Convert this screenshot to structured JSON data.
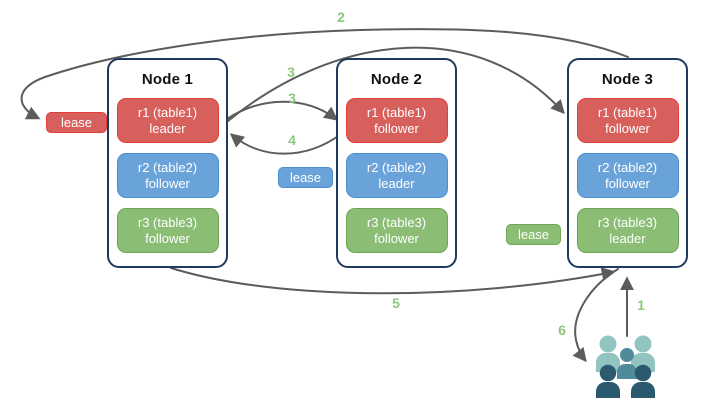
{
  "diagram": {
    "nodes": [
      {
        "title": "Node 1",
        "replicas": [
          {
            "label": "r1 (table1)",
            "role": "leader",
            "color": "red"
          },
          {
            "label": "r2 (table2)",
            "role": "follower",
            "color": "blue"
          },
          {
            "label": "r3 (table3)",
            "role": "follower",
            "color": "green"
          }
        ]
      },
      {
        "title": "Node 2",
        "replicas": [
          {
            "label": "r1 (table1)",
            "role": "follower",
            "color": "red"
          },
          {
            "label": "r2 (table2)",
            "role": "leader",
            "color": "blue"
          },
          {
            "label": "r3 (table3)",
            "role": "follower",
            "color": "green"
          }
        ]
      },
      {
        "title": "Node 3",
        "replicas": [
          {
            "label": "r1 (table1)",
            "role": "follower",
            "color": "red"
          },
          {
            "label": "r2 (table2)",
            "role": "follower",
            "color": "blue"
          },
          {
            "label": "r3 (table3)",
            "role": "leader",
            "color": "green"
          }
        ]
      }
    ],
    "leases": [
      {
        "label": "lease",
        "color": "red"
      },
      {
        "label": "lease",
        "color": "blue"
      },
      {
        "label": "lease",
        "color": "green"
      }
    ],
    "steps": {
      "n1": "1",
      "n2": "2",
      "n3a": "3",
      "n3b": "3",
      "n4": "4",
      "n5": "5",
      "n6": "6"
    },
    "icons": {
      "clients": "users-group-icon"
    },
    "colors": {
      "red_fill": "#d7605d",
      "red_border": "#e23f3a",
      "blue_fill": "#69a3da",
      "blue_border": "#4a90d0",
      "green_fill": "#8bbd75",
      "green_border": "#6fa553",
      "node_border": "#1e3a5f",
      "arrow": "#5c5c5c",
      "step_label": "#8dc77b",
      "users_light": "#92c5c2",
      "users_mid": "#4f8b9a",
      "users_dark": "#2b5a6e"
    }
  }
}
